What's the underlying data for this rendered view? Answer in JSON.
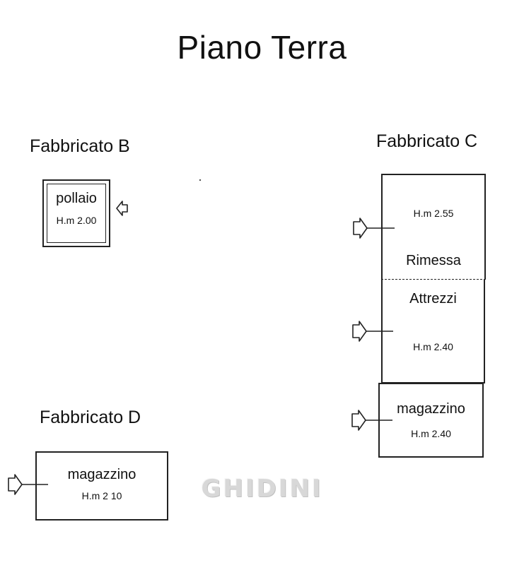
{
  "title": "Piano Terra",
  "buildings": {
    "b": {
      "label": "Fabbricato B",
      "rooms": [
        {
          "name": "pollaio",
          "height": "H.m 2.00"
        }
      ]
    },
    "c": {
      "label": "Fabbricato C",
      "rooms": [
        {
          "name": "Rimessa",
          "height": "H.m 2.55"
        },
        {
          "name": "Attrezzi",
          "height": "H.m 2.40"
        },
        {
          "name": "magazzino",
          "height": "H.m 2.40"
        }
      ]
    },
    "d": {
      "label": "Fabbricato D",
      "rooms": [
        {
          "name": "magazzino",
          "height": "H.m 2 10"
        }
      ]
    }
  },
  "watermark": "GHIDINI",
  "colors": {
    "line": "#222222",
    "watermark": "#d8d8d8"
  }
}
